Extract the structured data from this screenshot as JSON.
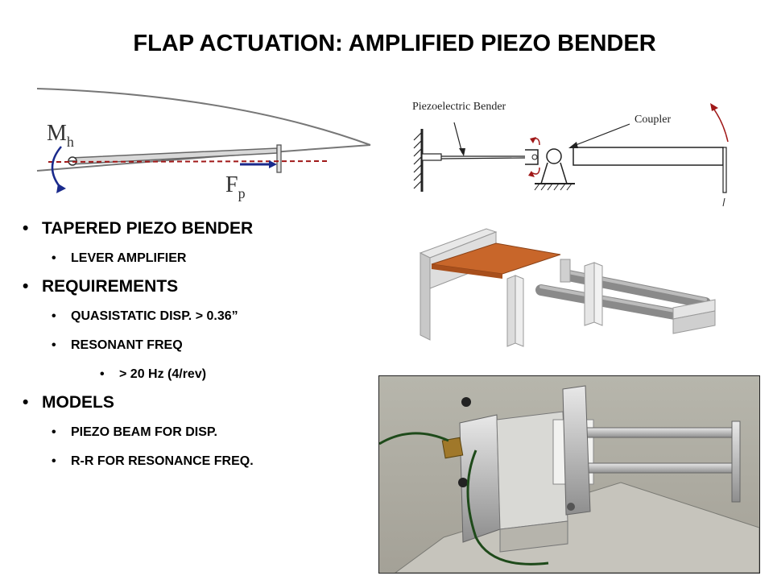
{
  "slide": {
    "title": "FLAP ACTUATION: AMPLIFIED PIEZO BENDER"
  },
  "airfoil_diagram": {
    "moment_label": "M",
    "moment_subscript": "h",
    "force_label": "F",
    "force_subscript": "p"
  },
  "mechanism_diagram": {
    "bender_label": "Piezoelectric Bender",
    "coupler_label": "Coupler"
  },
  "bullets": [
    {
      "level": 1,
      "text": "TAPERED PIEZO BENDER"
    },
    {
      "level": 2,
      "text": "LEVER AMPLIFIER"
    },
    {
      "level": 1,
      "text": "REQUIREMENTS"
    },
    {
      "level": 2,
      "text": "QUASISTATIC DISP. > 0.36”"
    },
    {
      "level": 2,
      "text": "RESONANT FREQ"
    },
    {
      "level": 3,
      "text": "> 20 Hz (4/rev)"
    },
    {
      "level": 1,
      "text": "MODELS"
    },
    {
      "level": 2,
      "text": "PIEZO BEAM FOR DISP."
    },
    {
      "level": 2,
      "text": "R-R FOR RESONANCE FREQ."
    }
  ],
  "bullet_char": "•",
  "colors": {
    "text": "#000000",
    "arrow_red": "#a01818",
    "arrow_blue": "#1a2a8c",
    "piezo_orange": "#c8662a",
    "rod_gray": "#8a8a8a"
  }
}
